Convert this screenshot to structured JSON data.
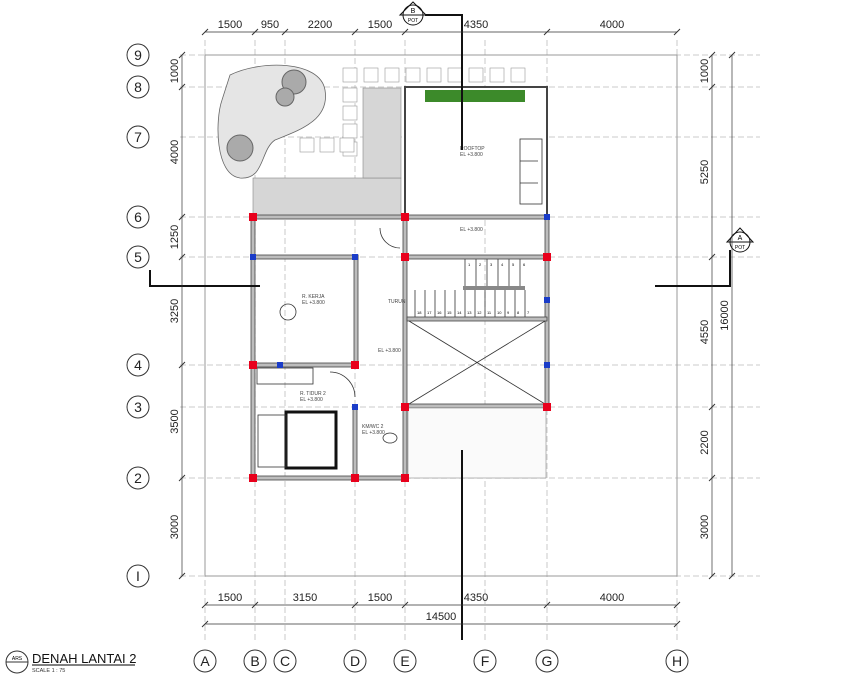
{
  "title": "DENAH LANTAI 2",
  "scale": "SCALE 1 : 75",
  "title_badge": "ARS",
  "section_marks": [
    {
      "letter": "B",
      "sheet": "POT"
    },
    {
      "letter": "A",
      "sheet": "POT"
    }
  ],
  "grid_x": [
    "A",
    "B",
    "C",
    "D",
    "E",
    "F",
    "G",
    "H"
  ],
  "grid_y": [
    "9",
    "8",
    "7",
    "6",
    "5",
    "4",
    "3",
    "2",
    "I"
  ],
  "dims_top": [
    "1500",
    "950",
    "2200",
    "1500",
    "4350",
    "4000"
  ],
  "dims_bottom": [
    "1500",
    "3150",
    "1500",
    "4350",
    "4000"
  ],
  "dim_total_x": "14500",
  "dims_left": [
    "1000",
    "4000",
    "1250",
    "3250",
    "3500",
    "3000"
  ],
  "dims_right": [
    "1000",
    "5250",
    "4550",
    "2200",
    "3000"
  ],
  "dim_total_y": "16000",
  "rooms": {
    "rooftop": "ROOFTOP",
    "kerja": "R. KERJA",
    "tidur": "R. TIDUR 2",
    "wc": "KM/WC 2",
    "stair_label": "TURUN",
    "elevation": "EL +3.800"
  },
  "stair_steps_top": [
    "1",
    "2",
    "3",
    "4",
    "5",
    "6"
  ],
  "stair_steps_bottom": [
    "18",
    "17",
    "16",
    "15",
    "14",
    "13",
    "12",
    "11",
    "10",
    "9",
    "8",
    "7"
  ],
  "colors": {
    "column_red": "#e8001c",
    "column_blue": "#1a3cc8",
    "planter": "#3c8a2a"
  }
}
